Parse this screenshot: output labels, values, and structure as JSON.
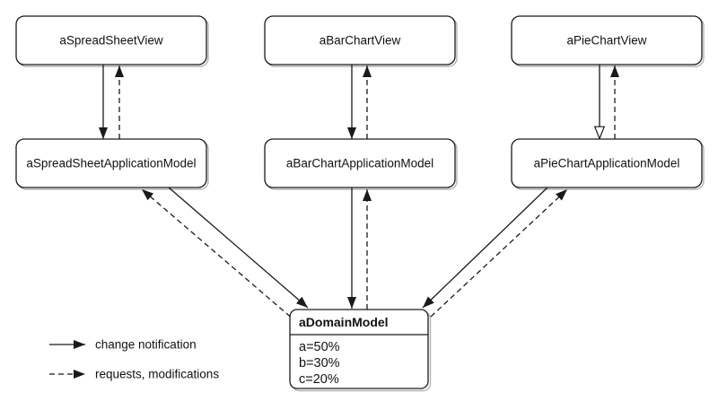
{
  "diagram": {
    "columns": [
      {
        "view": "aSpreadSheetView",
        "app_model": "aSpreadSheetApplicationModel"
      },
      {
        "view": "aBarChartView",
        "app_model": "aBarChartApplicationModel"
      },
      {
        "view": "aPieChartView",
        "app_model": "aPieChartApplicationModel"
      }
    ],
    "domain_model": {
      "title": "aDomainModel",
      "attributes": [
        "a=50%",
        "b=30%",
        "c=20%"
      ]
    },
    "legend": {
      "solid_label": "change notification",
      "dashed_label": "requests, modifications"
    },
    "arrow_styles": {
      "solid_meaning": "change notification",
      "dashed_meaning": "requests, modifications"
    },
    "colors": {
      "line": "#1a1a1a",
      "box_fill": "#ffffff",
      "box_border": "#1a1a1a",
      "shadow": "#9a9a9a",
      "background": "#ffffff"
    }
  }
}
